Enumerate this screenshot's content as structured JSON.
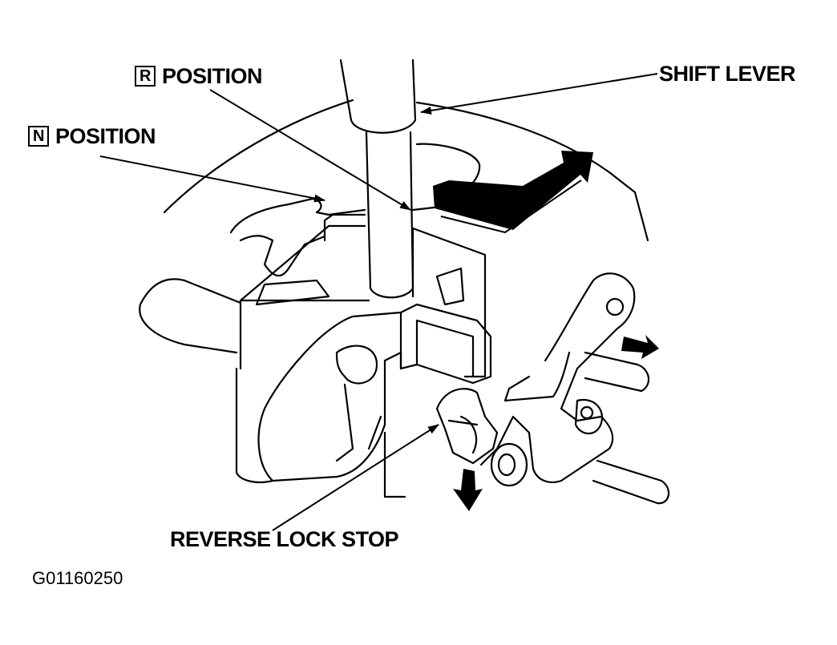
{
  "labels": {
    "r_position": {
      "letter": "R",
      "text": "POSITION"
    },
    "n_position": {
      "letter": "N",
      "text": "POSITION"
    },
    "shift_lever": "SHIFT LEVER",
    "reverse_lock_stop": "REVERSE LOCK STOP"
  },
  "figure_id": "G01160250"
}
